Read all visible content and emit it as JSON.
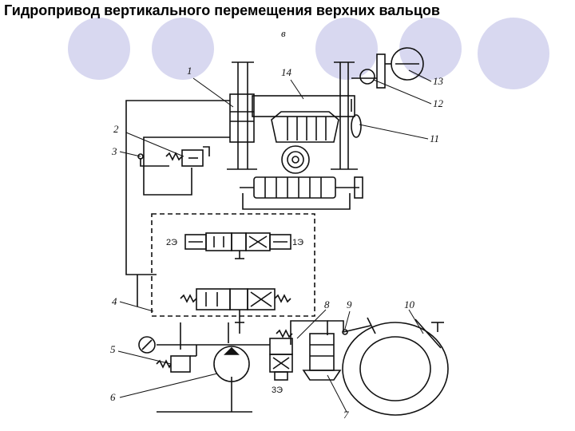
{
  "slide": {
    "title": "Гидропривод вертикального перемещения верхних вальцов",
    "accent_circle_color": "#d8d8f0"
  },
  "diagram": {
    "subfigure_label": "в",
    "callouts": [
      "1",
      "2",
      "3",
      "4",
      "5",
      "6",
      "7",
      "8",
      "9",
      "10",
      "11",
      "12",
      "13",
      "14"
    ],
    "solenoid_labels": {
      "left": "2Э",
      "right": "1Э",
      "bottom": "3Э"
    }
  }
}
